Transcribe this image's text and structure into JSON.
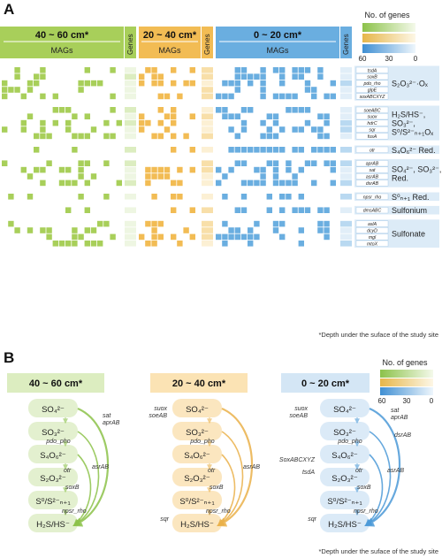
{
  "panel_a": {
    "label": "A",
    "groups": [
      {
        "depth": "40 ~ 60 cm*",
        "mags": "MAGs",
        "genes": "Genes",
        "color": "#a8cf5a",
        "light": "#dcedc0",
        "pale": "#eef6e2"
      },
      {
        "depth": "20 ~ 40 cm*",
        "mags": "MAGs",
        "genes": "Genes",
        "color": "#f2bc54",
        "light": "#f8dfa9",
        "pale": "#fcf0d4"
      },
      {
        "depth": "0 ~ 20 cm*",
        "mags": "MAGs",
        "genes": "Genes",
        "color": "#6aaee0",
        "light": "#b9d9f1",
        "pale": "#e1eef8"
      }
    ],
    "legend": {
      "title": "No. of genes",
      "ticks": [
        "60",
        "30",
        "0"
      ]
    },
    "gene_groups": [
      {
        "genes": [
          "tsdA",
          "soxB",
          "pdo_rho",
          "glpE",
          "soxABCXYZ"
        ],
        "label": "S₂O₃²⁻·Oₓ"
      },
      {
        "genes": [
          "soeABC",
          "suox",
          "hdrC",
          "sqr",
          "fusA"
        ],
        "label_lines": [
          "H₂S/HS⁻,",
          "SO₃²⁻,",
          "S⁰/S²⁻ₙ₊₁Oₓ"
        ]
      },
      {
        "genes": [
          "otr"
        ],
        "label": "S₄O₆²⁻ Red."
      },
      {
        "genes": [
          "aprAB",
          "sat",
          "asrAB",
          "dsrAB"
        ],
        "label_lines": [
          "SO₄²⁻, SO₃²⁻,",
          "Red."
        ]
      },
      {
        "genes": [
          "npsr_rho"
        ],
        "label": "S⁰ₙ₊₁ Red."
      },
      {
        "genes": [
          "dmsABC"
        ],
        "label": "Sulfonium"
      },
      {
        "genes": [
          "aslA",
          "dcyD",
          "mgl",
          "mtoX"
        ],
        "label": "Sulfonate"
      }
    ],
    "footnote": "*Depth under the suface of the study site"
  },
  "panel_b": {
    "label": "B",
    "legend": {
      "title": "No. of genes",
      "ticks": [
        "60",
        "30",
        "0"
      ]
    },
    "compounds": [
      "SO₄²⁻",
      "SO₃²⁻",
      "S₄O₆²⁻",
      "S₂O₃²⁻",
      "S⁰/S²⁻ₙ₊₁",
      "H₂S/HS⁻"
    ],
    "pathways": [
      {
        "depth": "40 ~ 60 cm*",
        "genes": [
          "sat aprAB",
          "pdo_pho",
          "asrAB",
          "otr",
          "soxB",
          "npsr_rho"
        ]
      },
      {
        "depth": "20 ~ 40 cm*",
        "genes": [
          "suox soeAB",
          "pdo_pho",
          "asrAB",
          "otr",
          "soxB",
          "sqr",
          "npsr_rho"
        ]
      },
      {
        "depth": "0 ~ 20 cm*",
        "genes": [
          "suox soeAB",
          "sat aprAB",
          "dsrAB",
          "pdo_pho",
          "SoxABCXYZ",
          "tsdA",
          "asrAB",
          "otr",
          "soxB",
          "sqr",
          "npsr_rho"
        ]
      }
    ],
    "footnote": "*Depth under the suface of the study site"
  },
  "colors": {
    "green": "#a8cf5a",
    "orange": "#f2bc54",
    "blue": "#6aaee0"
  }
}
